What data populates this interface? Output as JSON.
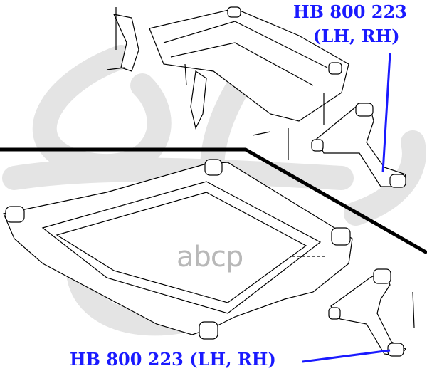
{
  "labels": {
    "top_part_number": "HB 800 223",
    "top_side": "(LH, RH)",
    "bottom": "HB 800 223 (LH, RH)"
  },
  "watermark": "abcp",
  "colors": {
    "label": "#1a1aff",
    "watermark": "#c8c8c8",
    "lines": "#000000"
  }
}
